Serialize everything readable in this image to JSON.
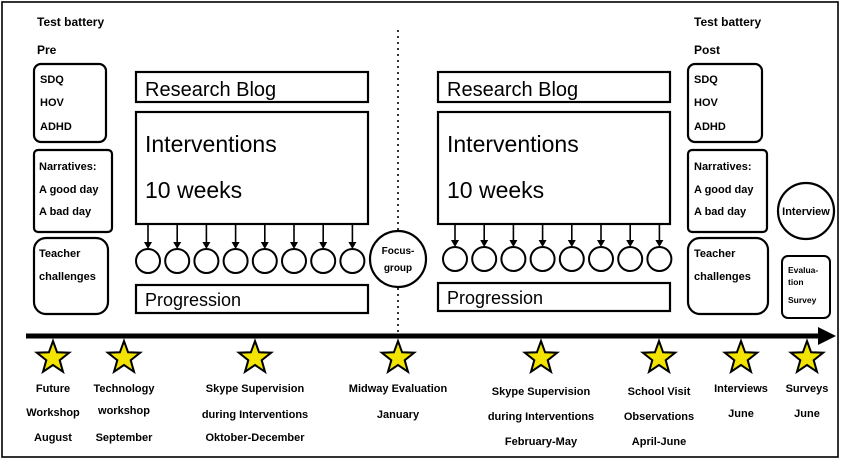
{
  "pre": {
    "test_battery": "Test battery",
    "label": "Pre",
    "tests": [
      "SDQ",
      "HOV",
      "ADHD"
    ],
    "narratives_title": "Narratives:",
    "narratives": [
      "A good day",
      "A bad day"
    ],
    "teacher": [
      "Teacher",
      "challenges"
    ]
  },
  "post": {
    "test_battery": "Test battery",
    "label": "Post",
    "tests": [
      "SDQ",
      "HOV",
      "ADHD"
    ],
    "narratives_title": "Narratives:",
    "narratives": [
      "A good day",
      "A bad day"
    ],
    "teacher": [
      "Teacher",
      "challenges"
    ],
    "interview": "Interview",
    "evaluation": [
      "Evalua-",
      "tion",
      "Survey"
    ]
  },
  "phase1": {
    "research_blog": "Research Blog",
    "interventions": "Interventions",
    "weeks": "10 weeks",
    "progression": "Progression"
  },
  "phase2": {
    "research_blog": "Research Blog",
    "interventions": "Interventions",
    "weeks": "10 weeks",
    "progression": "Progression"
  },
  "focus_group": [
    "Focus-",
    "group"
  ],
  "timeline": [
    {
      "lines": [
        "Future",
        "Workshop",
        "August"
      ]
    },
    {
      "lines": [
        "Technology",
        "workshop",
        "September"
      ]
    },
    {
      "lines": [
        "Skype Supervision",
        "during Interventions",
        "Oktober-December"
      ]
    },
    {
      "lines": [
        "Midway Evaluation",
        "January"
      ]
    },
    {
      "lines": [
        "Skype Supervision",
        "during Interventions",
        "February-May"
      ]
    },
    {
      "lines": [
        "School Visit",
        "Observations",
        "April-June"
      ]
    },
    {
      "lines": [
        "Interviews",
        "June"
      ]
    },
    {
      "lines": [
        "Surveys",
        "June"
      ]
    }
  ],
  "colors": {
    "star_fill": "#f2e400",
    "line": "#000000",
    "background": "#ffffff"
  }
}
